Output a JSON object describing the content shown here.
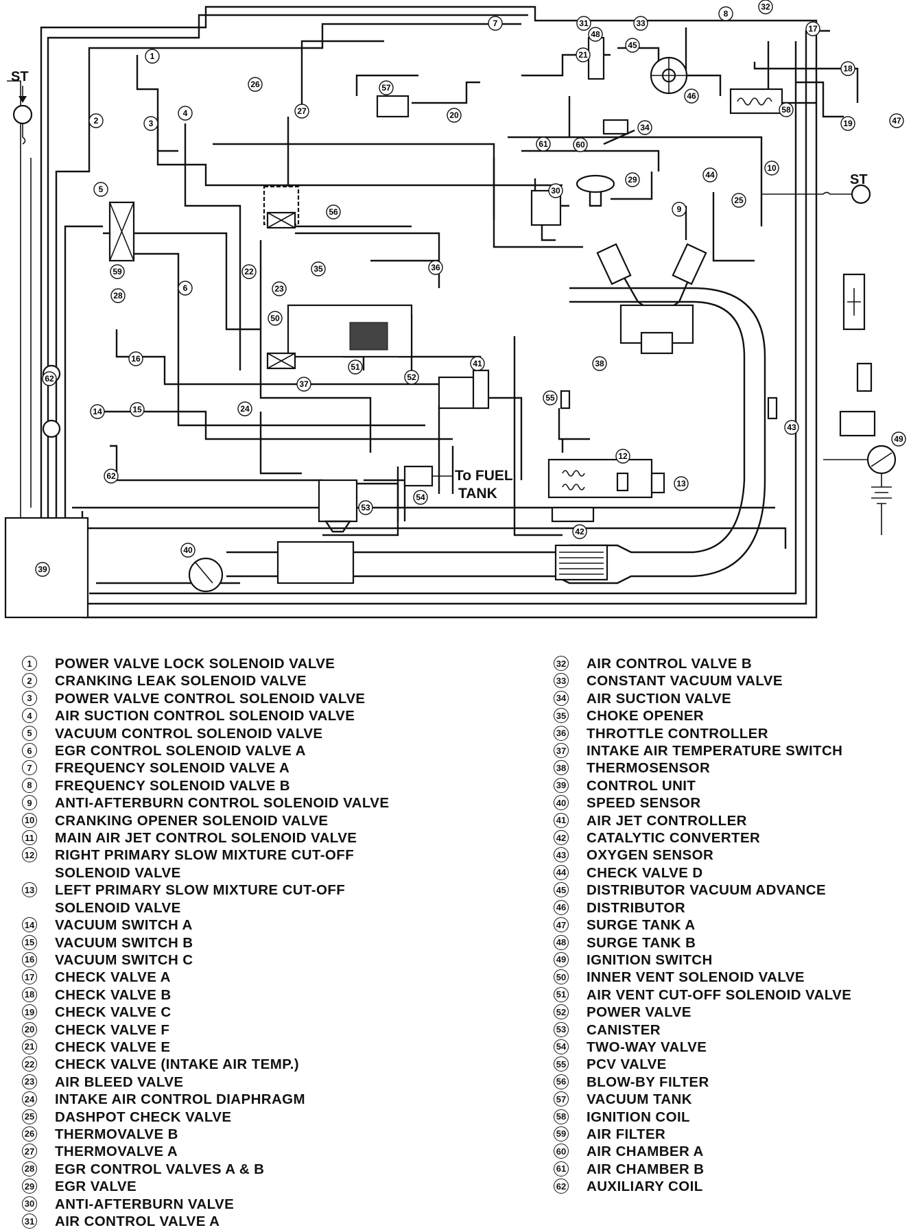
{
  "diagram": {
    "labels": {
      "st_left": "ST",
      "st_right": "ST",
      "to_fuel_tank_line1": "To FUEL",
      "to_fuel_tank_line2": "TANK"
    },
    "callout_numbers": [
      "1",
      "2",
      "3",
      "4",
      "5",
      "6",
      "7",
      "8",
      "9",
      "10",
      "12",
      "13",
      "14",
      "15",
      "16",
      "17",
      "18",
      "19",
      "20",
      "21",
      "22",
      "23",
      "24",
      "25",
      "26",
      "27",
      "28",
      "29",
      "30",
      "31",
      "32",
      "33",
      "34",
      "35",
      "36",
      "37",
      "39",
      "40",
      "41",
      "42",
      "43",
      "44",
      "45",
      "46",
      "47",
      "48",
      "49",
      "50",
      "51",
      "52",
      "53",
      "54",
      "55",
      "56",
      "57",
      "58",
      "59",
      "60",
      "61",
      "62"
    ]
  },
  "legend": {
    "left": [
      {
        "num": "1",
        "text": "POWER VALVE LOCK SOLENOID VALVE"
      },
      {
        "num": "2",
        "text": "CRANKING LEAK SOLENOID VALVE"
      },
      {
        "num": "3",
        "text": "POWER VALVE CONTROL SOLENOID VALVE"
      },
      {
        "num": "4",
        "text": "AIR SUCTION CONTROL SOLENOID VALVE"
      },
      {
        "num": "5",
        "text": "VACUUM CONTROL SOLENOID VALVE"
      },
      {
        "num": "6",
        "text": "EGR CONTROL SOLENOID VALVE A"
      },
      {
        "num": "7",
        "text": "FREQUENCY SOLENOID VALVE A"
      },
      {
        "num": "8",
        "text": "FREQUENCY SOLENOID VALVE B"
      },
      {
        "num": "9",
        "text": "ANTI-AFTERBURN CONTROL SOLENOID VALVE"
      },
      {
        "num": "10",
        "text": "CRANKING OPENER SOLENOID VALVE"
      },
      {
        "num": "11",
        "text": "MAIN AIR JET CONTROL SOLENOID VALVE"
      },
      {
        "num": "12",
        "text": "RIGHT PRIMARY SLOW MIXTURE CUT-OFF\nSOLENOID VALVE"
      },
      {
        "num": "13",
        "text": "LEFT PRIMARY SLOW MIXTURE CUT-OFF\nSOLENOID VALVE"
      },
      {
        "num": "14",
        "text": "VACUUM SWITCH A"
      },
      {
        "num": "15",
        "text": "VACUUM SWITCH B"
      },
      {
        "num": "16",
        "text": "VACUUM SWITCH C"
      },
      {
        "num": "17",
        "text": "CHECK VALVE A"
      },
      {
        "num": "18",
        "text": "CHECK VALVE B"
      },
      {
        "num": "19",
        "text": "CHECK VALVE C"
      },
      {
        "num": "20",
        "text": "CHECK VALVE F"
      },
      {
        "num": "21",
        "text": "CHECK VALVE E"
      },
      {
        "num": "22",
        "text": "CHECK VALVE (INTAKE AIR TEMP.)"
      },
      {
        "num": "23",
        "text": "AIR BLEED VALVE"
      },
      {
        "num": "24",
        "text": "INTAKE AIR CONTROL DIAPHRAGM"
      },
      {
        "num": "25",
        "text": "DASHPOT CHECK VALVE"
      },
      {
        "num": "26",
        "text": "THERMOVALVE B"
      },
      {
        "num": "27",
        "text": "THERMOVALVE A"
      },
      {
        "num": "28",
        "text": "EGR CONTROL VALVES A & B"
      },
      {
        "num": "29",
        "text": "EGR VALVE"
      },
      {
        "num": "30",
        "text": "ANTI-AFTERBURN VALVE"
      },
      {
        "num": "31",
        "text": "AIR CONTROL VALVE A"
      }
    ],
    "right": [
      {
        "num": "32",
        "text": "AIR CONTROL VALVE B"
      },
      {
        "num": "33",
        "text": "CONSTANT VACUUM VALVE"
      },
      {
        "num": "34",
        "text": "AIR SUCTION VALVE"
      },
      {
        "num": "35",
        "text": "CHOKE OPENER"
      },
      {
        "num": "36",
        "text": "THROTTLE CONTROLLER"
      },
      {
        "num": "37",
        "text": "INTAKE AIR TEMPERATURE SWITCH"
      },
      {
        "num": "38",
        "text": "THERMOSENSOR"
      },
      {
        "num": "39",
        "text": "CONTROL UNIT"
      },
      {
        "num": "40",
        "text": "SPEED SENSOR"
      },
      {
        "num": "41",
        "text": "AIR JET CONTROLLER"
      },
      {
        "num": "42",
        "text": "CATALYTIC CONVERTER"
      },
      {
        "num": "43",
        "text": "OXYGEN SENSOR"
      },
      {
        "num": "44",
        "text": "CHECK VALVE D"
      },
      {
        "num": "45",
        "text": "DISTRIBUTOR VACUUM ADVANCE"
      },
      {
        "num": "46",
        "text": "DISTRIBUTOR"
      },
      {
        "num": "47",
        "text": "SURGE TANK A"
      },
      {
        "num": "48",
        "text": "SURGE TANK B"
      },
      {
        "num": "49",
        "text": "IGNITION SWITCH"
      },
      {
        "num": "50",
        "text": "INNER VENT SOLENOID VALVE"
      },
      {
        "num": "51",
        "text": "AIR VENT CUT-OFF SOLENOID VALVE"
      },
      {
        "num": "52",
        "text": "POWER VALVE"
      },
      {
        "num": "53",
        "text": "CANISTER"
      },
      {
        "num": "54",
        "text": "TWO-WAY VALVE"
      },
      {
        "num": "55",
        "text": "PCV VALVE"
      },
      {
        "num": "56",
        "text": "BLOW-BY FILTER"
      },
      {
        "num": "57",
        "text": "VACUUM TANK"
      },
      {
        "num": "58",
        "text": "IGNITION COIL"
      },
      {
        "num": "59",
        "text": "AIR FILTER"
      },
      {
        "num": "60",
        "text": "AIR CHAMBER A"
      },
      {
        "num": "61",
        "text": "AIR CHAMBER B"
      },
      {
        "num": "62",
        "text": "AUXILIARY COIL"
      }
    ]
  }
}
